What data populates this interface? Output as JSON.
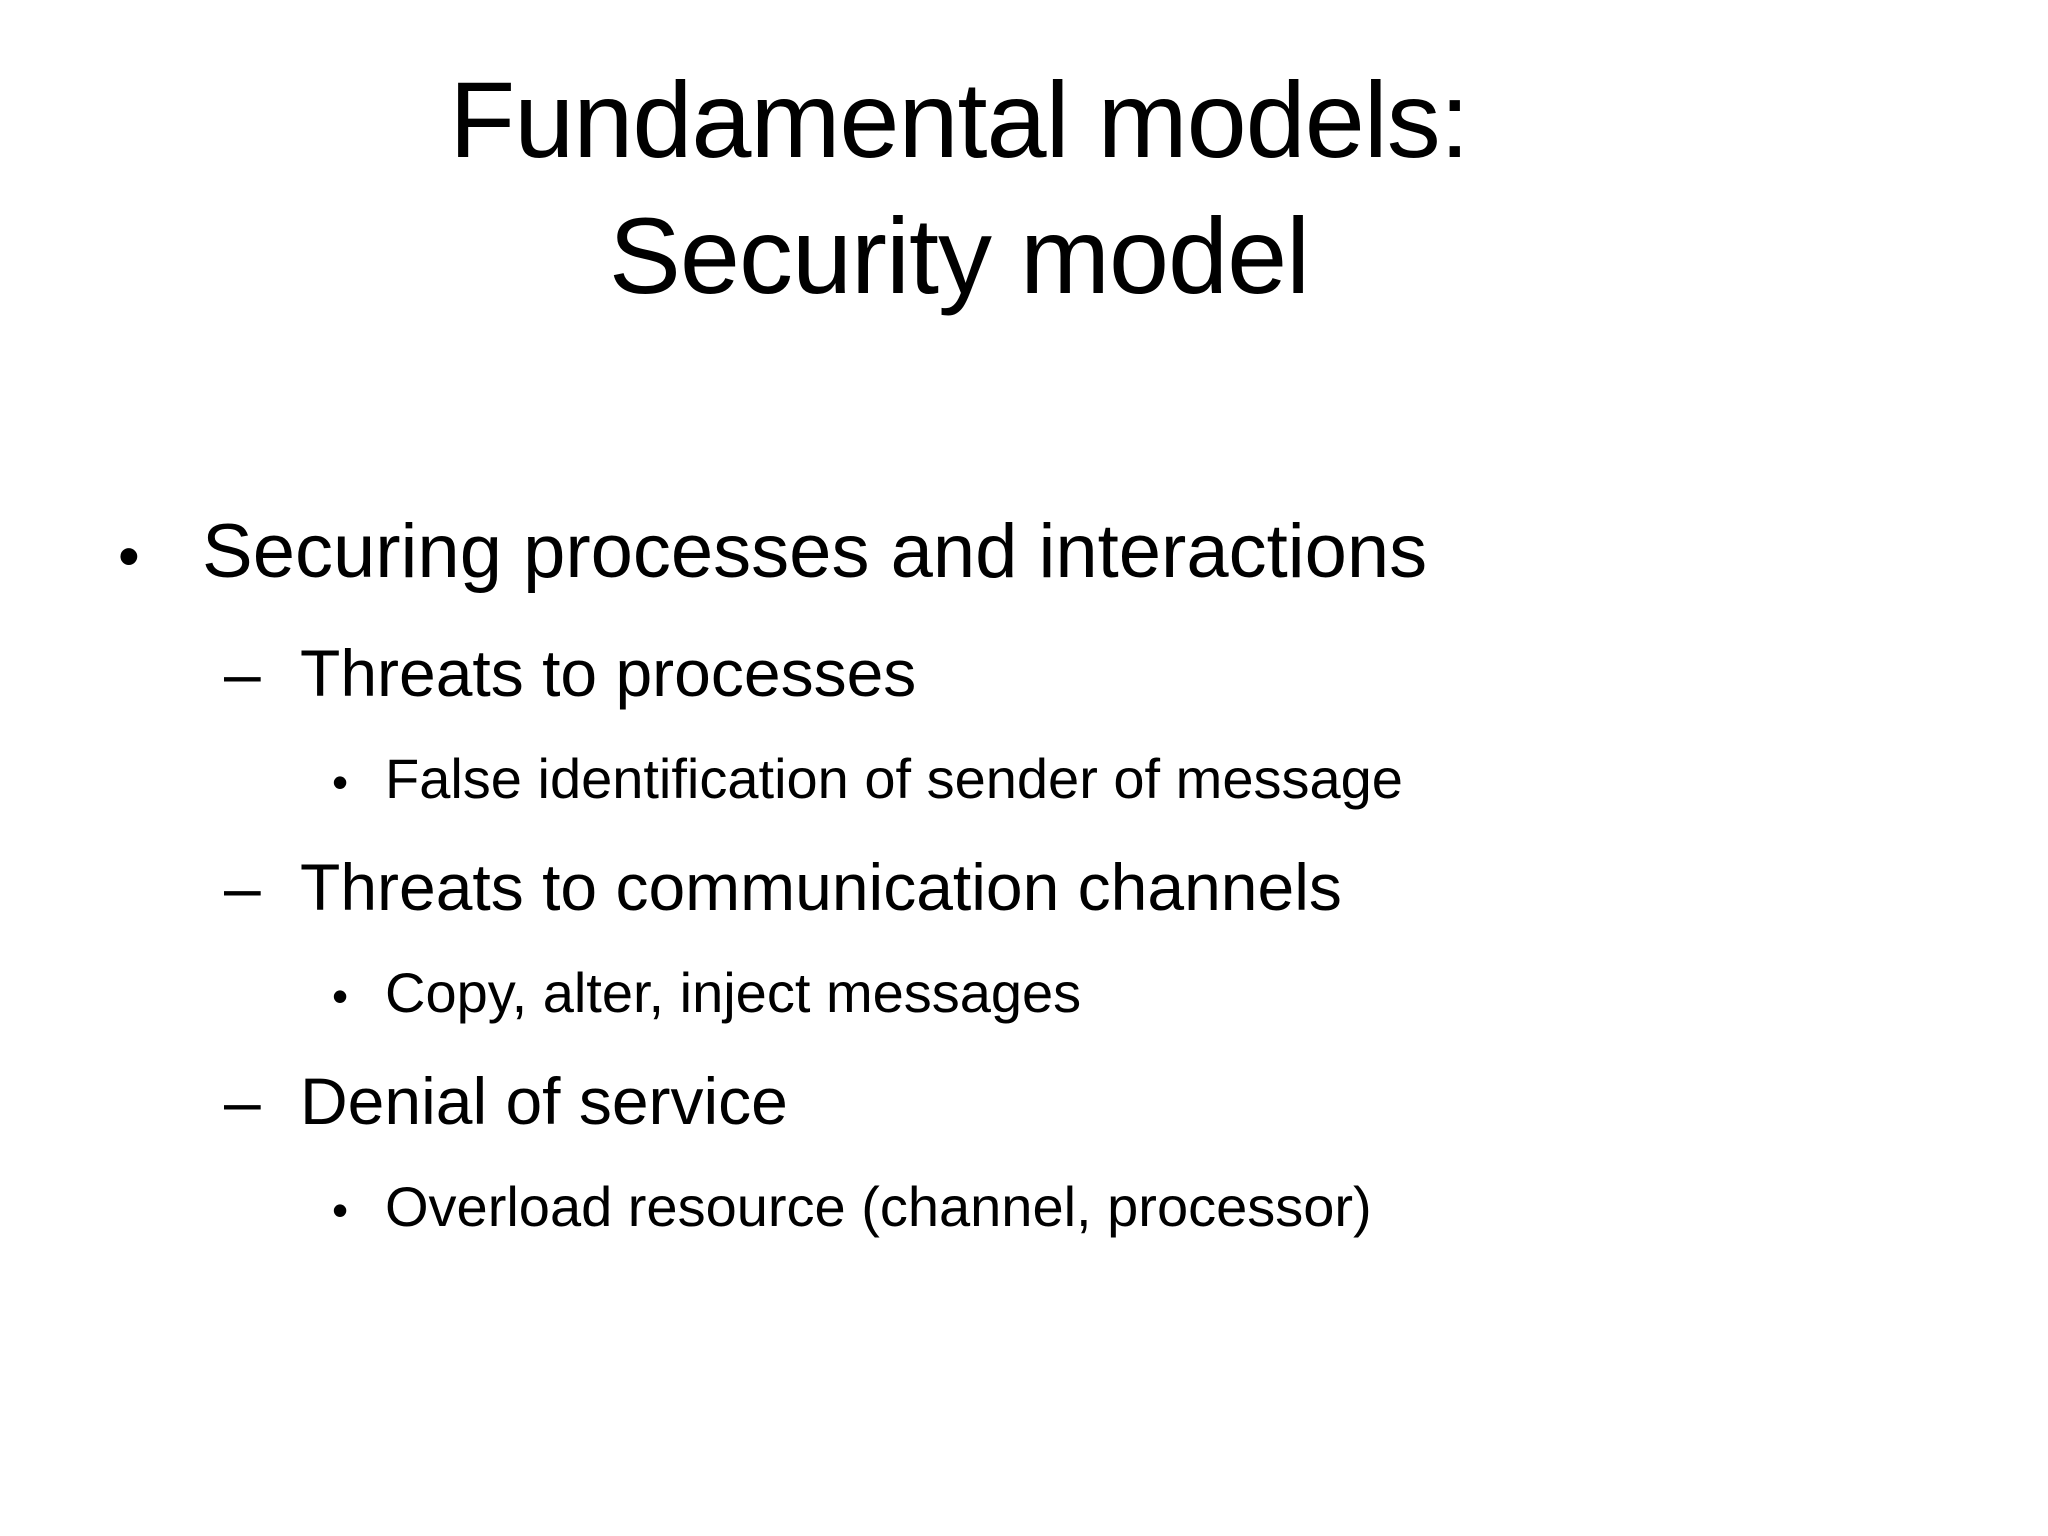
{
  "slide": {
    "title": {
      "line1": "Fundamental models:",
      "line2": "Security model"
    },
    "bullets": [
      {
        "level": 1,
        "marker": "•",
        "text": "Securing processes and interactions"
      },
      {
        "level": 2,
        "marker": "–",
        "text": "Threats to processes"
      },
      {
        "level": 3,
        "marker": "•",
        "text": "False identification of sender of message"
      },
      {
        "level": 2,
        "marker": "–",
        "text": "Threats to communication channels"
      },
      {
        "level": 3,
        "marker": "•",
        "text": "Copy, alter, inject messages"
      },
      {
        "level": 2,
        "marker": "–",
        "text": "Denial of service"
      },
      {
        "level": 3,
        "marker": "•",
        "text": "Overload resource (channel, processor)"
      }
    ],
    "colors": {
      "background": "#ffffff",
      "text": "#000000"
    }
  }
}
